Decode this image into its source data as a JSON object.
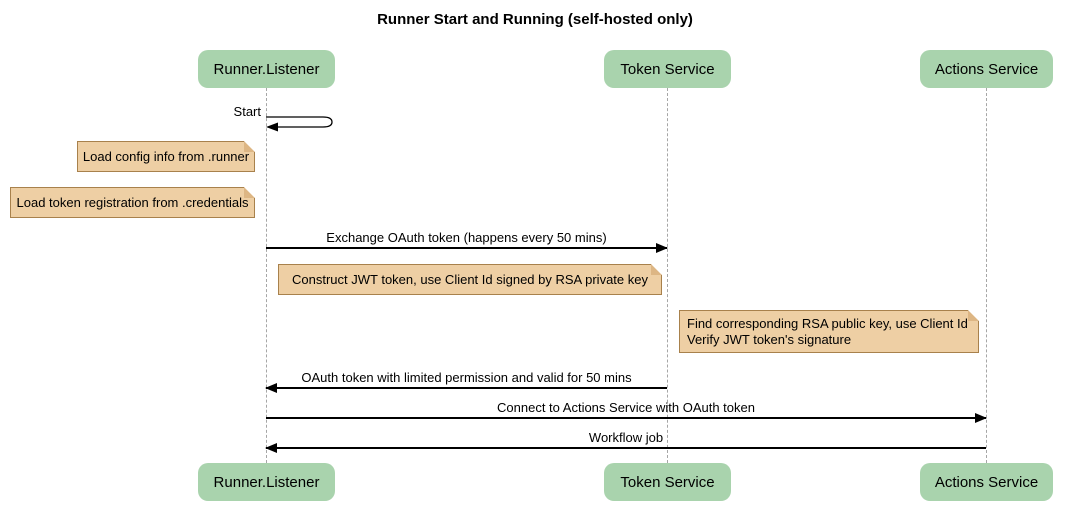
{
  "title": "Runner Start and Running (self-hosted only)",
  "diagram_type": "sequence",
  "participants": [
    {
      "name": "Runner.Listener"
    },
    {
      "name": "Token Service"
    },
    {
      "name": "Actions Service"
    }
  ],
  "messages": {
    "self_start": {
      "label": "Start",
      "from": "Runner.Listener",
      "to": "Runner.Listener",
      "kind": "self-loop"
    },
    "exchange": {
      "label": "Exchange OAuth token (happens every 50 mins)",
      "from": "Runner.Listener",
      "to": "Token Service",
      "kind": "solid-arrow"
    },
    "oauth_return": {
      "label": "OAuth token with limited permission and valid for 50 mins",
      "from": "Token Service",
      "to": "Runner.Listener",
      "kind": "solid-arrow"
    },
    "connect": {
      "label": "Connect to Actions Service with OAuth token",
      "from": "Runner.Listener",
      "to": "Actions Service",
      "kind": "solid-arrow"
    },
    "workflow": {
      "label": "Workflow job",
      "from": "Actions Service",
      "to": "Runner.Listener",
      "kind": "solid-arrow"
    }
  },
  "notes": {
    "load_config": {
      "text": "Load config info from .runner",
      "position": "left of Runner.Listener"
    },
    "load_token": {
      "text": "Load token registration from .credentials",
      "position": "left of Runner.Listener"
    },
    "construct_jwt": {
      "text": "Construct JWT token, use Client Id signed by RSA private key",
      "position": "between Runner.Listener and Token Service"
    },
    "verify_jwt": {
      "lines": [
        "Find corresponding RSA public key, use Client Id",
        "Verify JWT token's signature"
      ],
      "position": "left of Actions Service"
    }
  },
  "colors": {
    "participant_fill": "#A9D3AD",
    "note_fill": "#EECFA4",
    "note_border": "#A8814C",
    "lifeline": "#A6A6A6",
    "arrow": "#000000",
    "background": "#FFFFFF"
  }
}
